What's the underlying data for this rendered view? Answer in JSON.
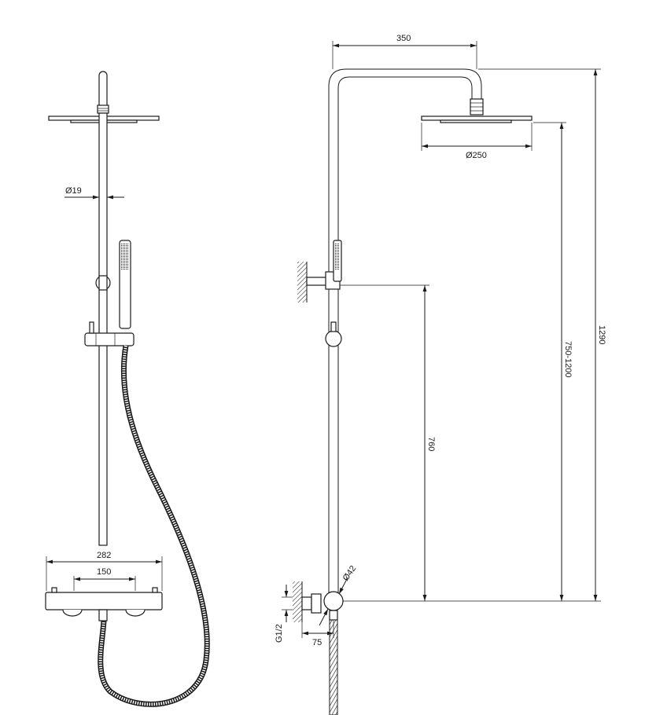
{
  "colors": {
    "line": "#1a1a1a",
    "background": "#ffffff"
  },
  "front_view": {
    "rod_diameter": "Ø19",
    "mixer_width_outer": "282",
    "mixer_width_inner": "150"
  },
  "side_view": {
    "arm_reach": "350",
    "head_diameter": "Ø250",
    "total_height": "1290",
    "adjustable_height": "750-1200",
    "bracket_height": "760",
    "inlet_diameter": "Ø42",
    "inlet_thread": "G1/2",
    "inlet_offset": "75"
  }
}
